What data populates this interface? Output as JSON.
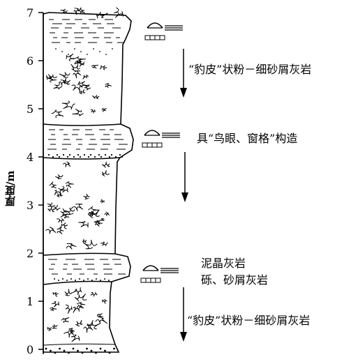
{
  "axis": {
    "label": "厚度/m",
    "ticks": [
      "0",
      "1",
      "2",
      "3",
      "4",
      "5",
      "6",
      "7"
    ]
  },
  "annotations": [
    {
      "lines": [
        "“豹皮”状粉－细砂屑灰岩"
      ]
    },
    {
      "lines": [
        "具“鸟眼、窗格”构造"
      ]
    },
    {
      "lines": [
        "泥晶灰岩",
        "砾、砂屑灰岩"
      ]
    },
    {
      "lines": [
        "“豹皮”状粉－细砂屑灰岩"
      ]
    }
  ],
  "icons": [
    "bird-eye-fenestral-symbol",
    "bird-eye-fenestral-symbol",
    "bird-eye-fenestral-symbol"
  ]
}
